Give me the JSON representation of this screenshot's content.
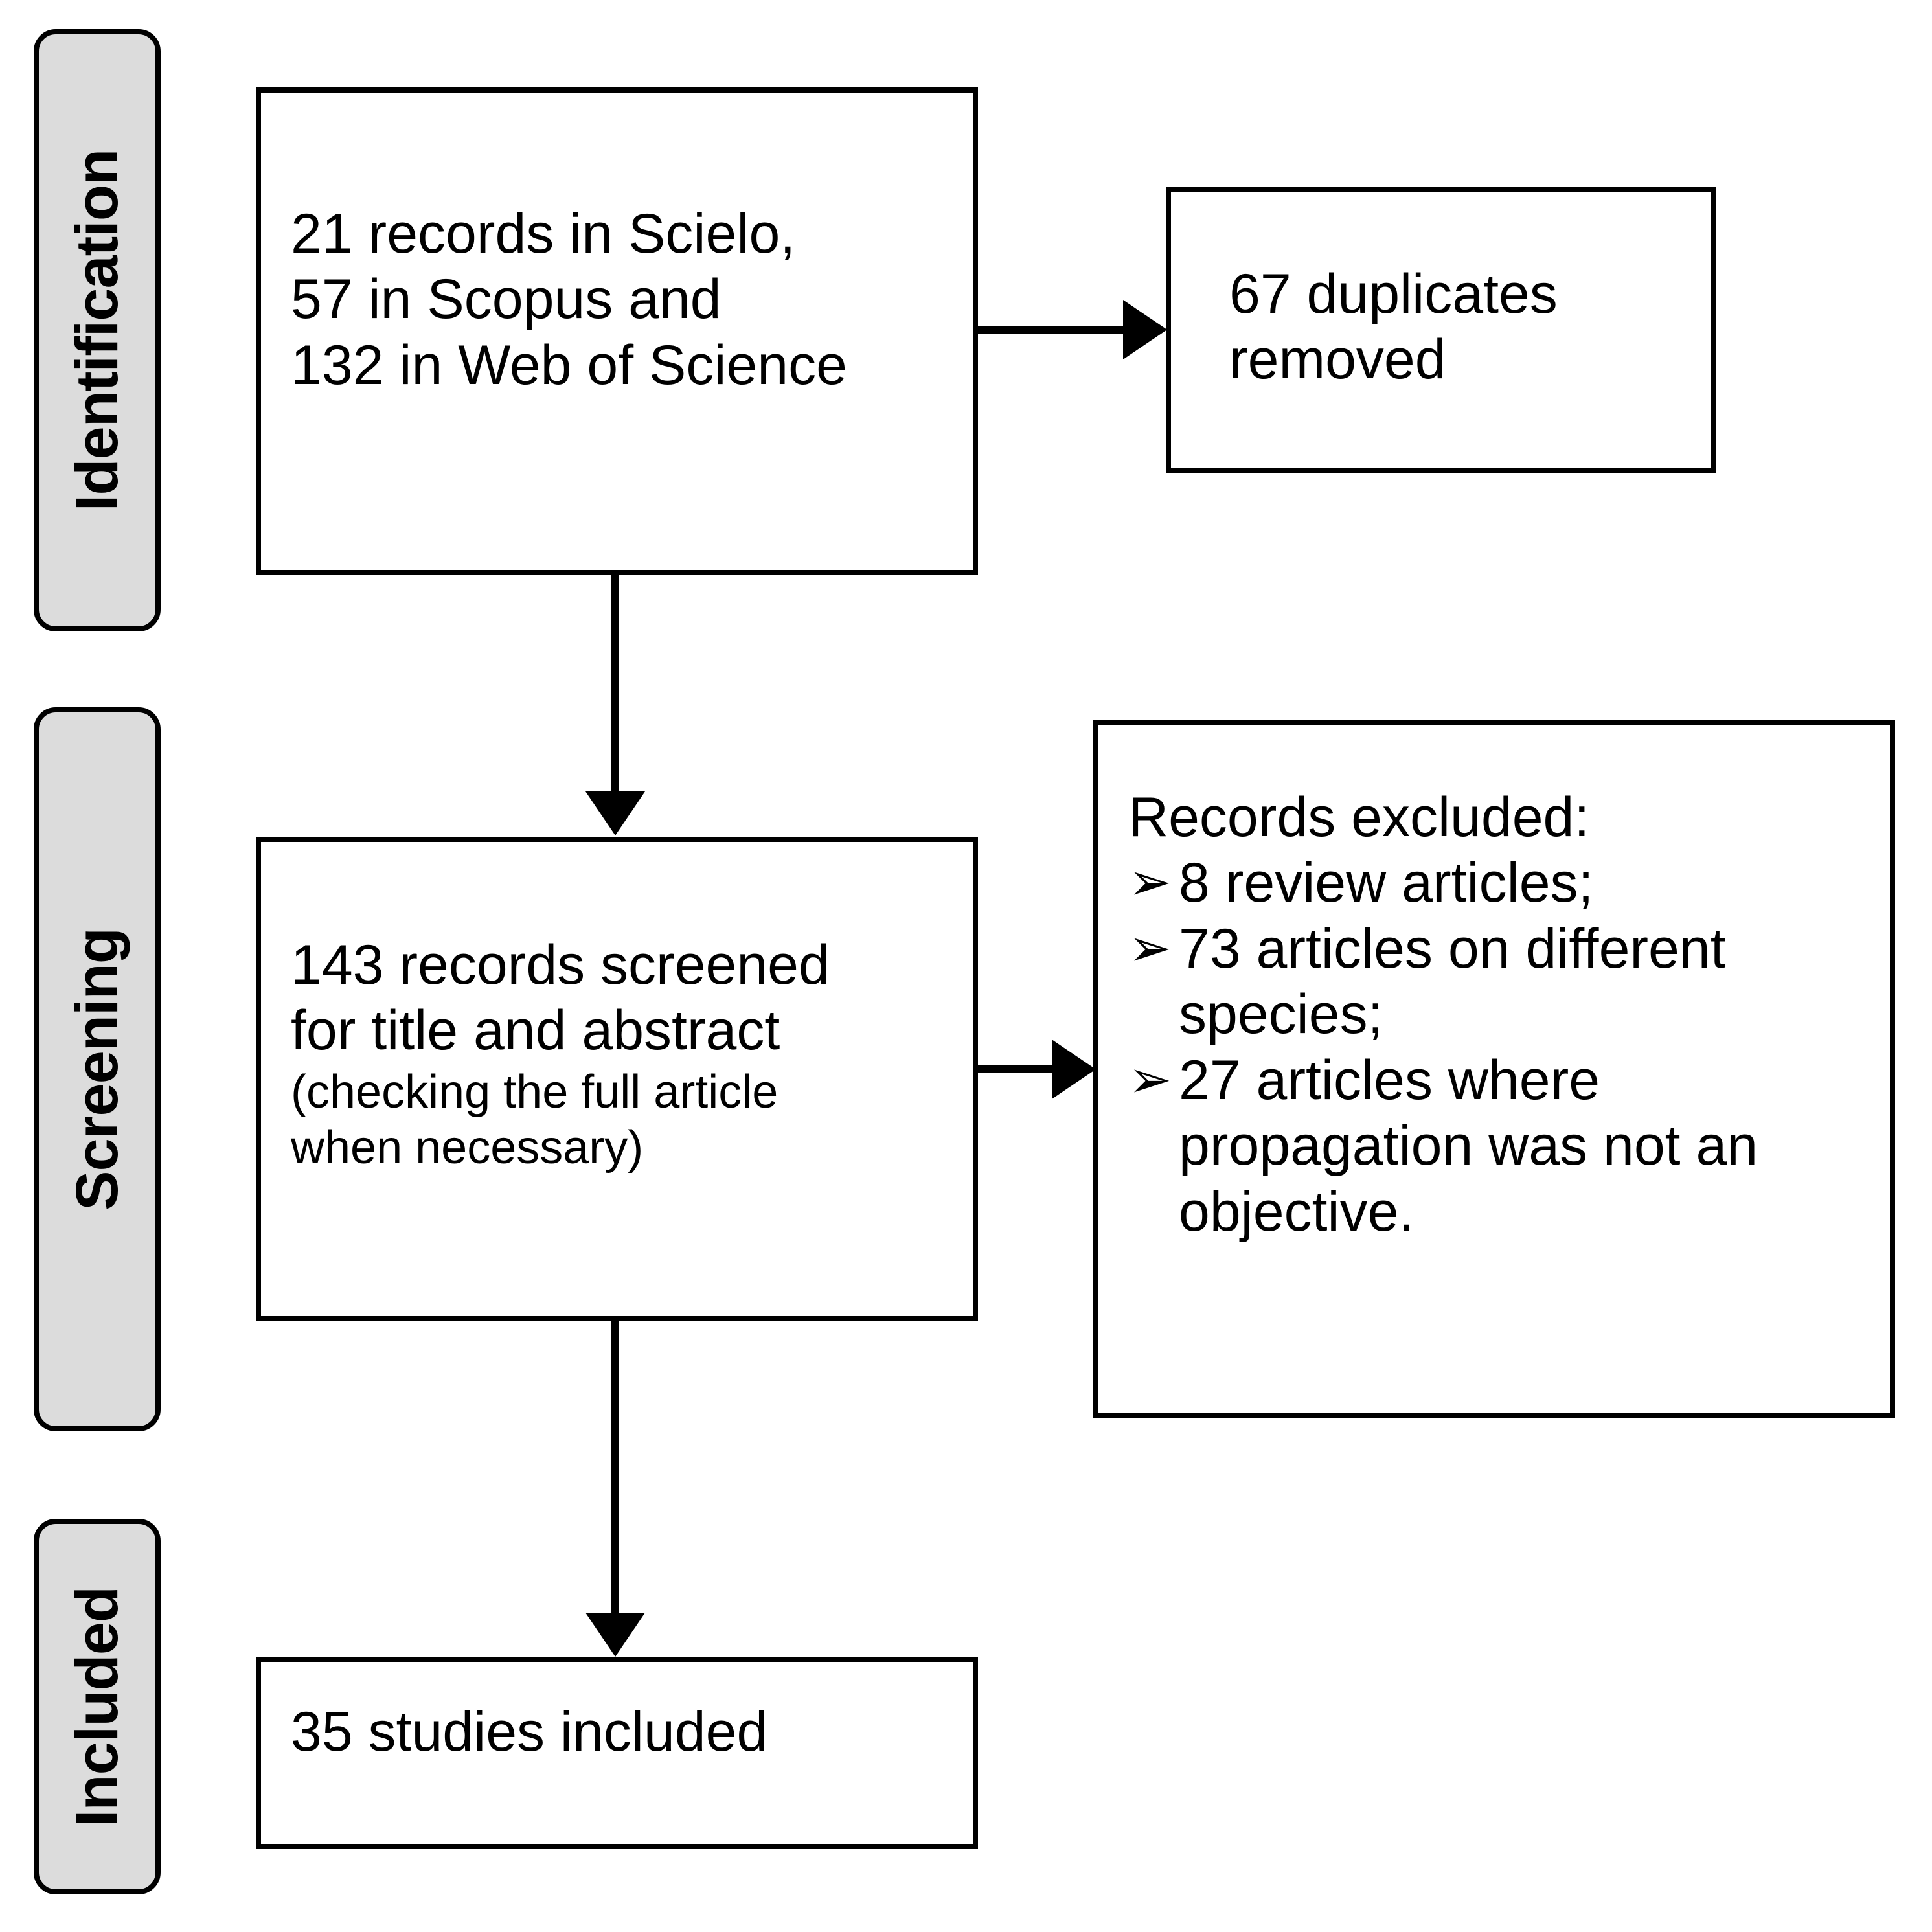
{
  "diagram": {
    "type": "prisma-flow-diagram",
    "stages": [
      {
        "id": "identification",
        "label": "Identification"
      },
      {
        "id": "screening",
        "label": "Screening"
      },
      {
        "id": "included",
        "label": "Included"
      }
    ],
    "boxes": {
      "records_identified": {
        "lines": [
          "21 records in Scielo,",
          "57 in Scopus and",
          "132 in Web of Science"
        ]
      },
      "duplicates_removed": {
        "lines": [
          "67 duplicates",
          "removed"
        ]
      },
      "records_screened": {
        "lines": [
          "143 records screened",
          "for title and abstract"
        ],
        "subnote_lines": [
          "(checking the full article",
          "when necessary)"
        ]
      },
      "records_excluded": {
        "heading": "Records excluded:",
        "bullet_glyph": "➢",
        "items": [
          "8 review articles;",
          "73 articles on different species;",
          "27 articles where propagation was not an objective."
        ],
        "item_lines": [
          [
            "8 review articles;"
          ],
          [
            "73 articles on different",
            "species;"
          ],
          [
            "27 articles where",
            "propagation  was not an",
            "objective."
          ]
        ]
      },
      "studies_included": {
        "lines": [
          "35 studies included"
        ]
      }
    },
    "connectors": [
      {
        "id": "identified-to-duplicates",
        "from": "records_identified",
        "to": "duplicates_removed",
        "direction": "right"
      },
      {
        "id": "identified-to-screened",
        "from": "records_identified",
        "to": "records_screened",
        "direction": "down"
      },
      {
        "id": "screened-to-excluded",
        "from": "records_screened",
        "to": "records_excluded",
        "direction": "right"
      },
      {
        "id": "screened-to-included",
        "from": "records_screened",
        "to": "studies_included",
        "direction": "down"
      }
    ],
    "colors": {
      "stage_fill": "#dcdcdc",
      "stroke": "#000000",
      "box_fill": "#ffffff",
      "background": "#ffffff"
    }
  }
}
